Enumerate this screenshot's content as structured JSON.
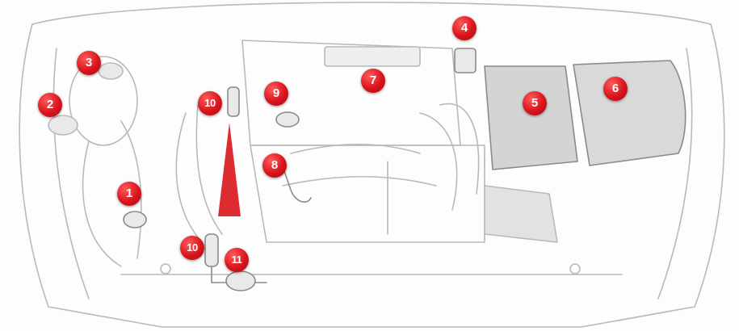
{
  "diagram": {
    "callouts": [
      {
        "label": "1"
      },
      {
        "label": "2"
      },
      {
        "label": "3"
      },
      {
        "label": "4"
      },
      {
        "label": "5"
      },
      {
        "label": "6"
      },
      {
        "label": "7"
      },
      {
        "label": "8"
      },
      {
        "label": "9"
      },
      {
        "label": "10"
      },
      {
        "label": "10"
      },
      {
        "label": "11"
      }
    ],
    "colors": {
      "line": "#b9b9b9",
      "dark": "#8a8a8a",
      "accent": "#d9141c",
      "fill": "#e9e9e9"
    }
  }
}
